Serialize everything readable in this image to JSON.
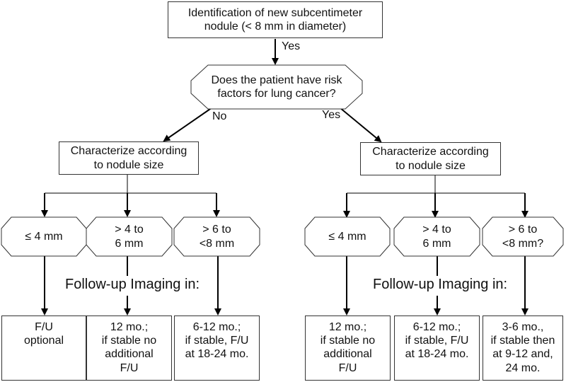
{
  "start": "Identification of new subcentimeter\nnodule (< 8 mm in diameter)",
  "edge_yes_start": "Yes",
  "question": "Does the patient have risk\nfactors for lung cancer?",
  "edge_no": "No",
  "edge_yes": "Yes",
  "left": {
    "characterize": "Characterize according\nto nodule size",
    "sizes": [
      "≤ 4 mm",
      "> 4 to\n6 mm",
      "> 6 to\n<8 mm"
    ],
    "followup_label": "Follow-up Imaging in:",
    "outcomes": [
      "F/U\noptional",
      "12 mo.;\nif stable no\nadditional\nF/U",
      "6-12 mo.;\nif stable, F/U\nat 18-24 mo."
    ]
  },
  "right": {
    "characterize": "Characterize according\nto nodule size",
    "sizes": [
      "≤ 4 mm",
      "> 4 to\n6 mm",
      "> 6 to\n<8 mm?"
    ],
    "followup_label": "Follow-up Imaging in:",
    "outcomes": [
      "12 mo.;\nif stable no\nadditional\nF/U",
      "6-12 mo.;\nif stable, F/U\nat 18-24 mo.",
      "3-6 mo.,\nif stable then\nat 9-12 and,\n24 mo."
    ]
  }
}
